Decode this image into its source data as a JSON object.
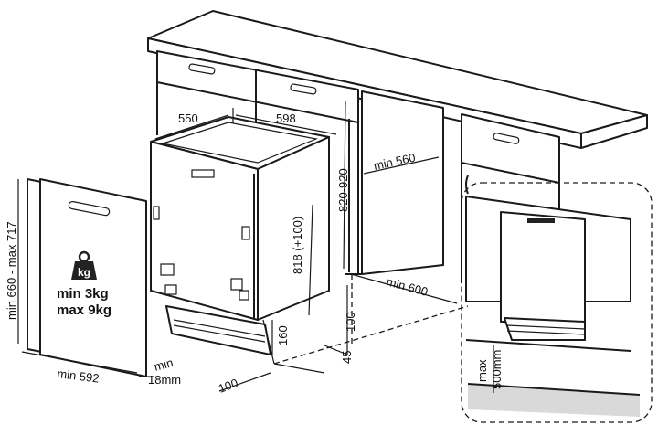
{
  "dimensions": {
    "cabinet_depth": "550",
    "unit_width": "598",
    "countertop_height": "820-920",
    "appliance_height": "818 (+100)",
    "niche_width": "min 560",
    "niche_depth": "min 600",
    "plinth_clearance": "100",
    "plinth_height": "160",
    "foot_offset": "45",
    "front_offset": "100",
    "panel_height_range": "min 660 - max 717",
    "panel_width": "min 592",
    "panel_thickness_min": "min",
    "panel_thickness_value": "18mm",
    "detail_max": "max",
    "detail_value": "500mm"
  },
  "panel_weight": {
    "icon_text": "kg",
    "min_label": "min 3kg",
    "max_label": "max 9kg"
  }
}
